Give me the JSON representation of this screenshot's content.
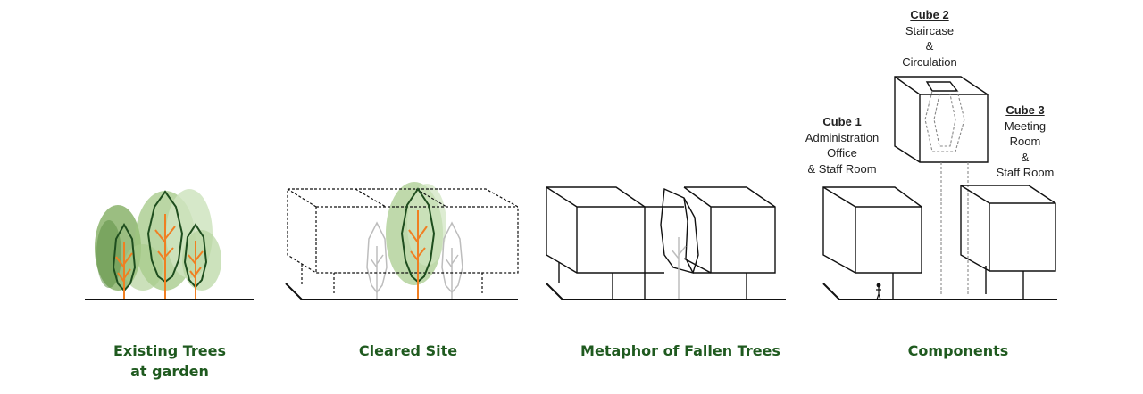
{
  "colors": {
    "caption_green": "#1f5a1f",
    "tree_outline": "#1e4d1e",
    "tree_trunk": "#f07f22",
    "ghost_tree": "#bdbdbd",
    "foliage_dark": "#7aa857",
    "foliage_mid": "#9cc47e",
    "foliage_light": "#cfe4bf",
    "line": "#111111"
  },
  "panels": [
    {
      "caption_lines": [
        "Existing Trees",
        "at garden"
      ]
    },
    {
      "caption_lines": [
        "Cleared Site"
      ]
    },
    {
      "caption_lines": [
        "Metaphor of Fallen Trees"
      ]
    },
    {
      "caption_lines": [
        "Components"
      ]
    }
  ],
  "components": {
    "cube1": {
      "title": "Cube 1",
      "lines": [
        "Administration",
        "Office",
        "& Staff Room"
      ]
    },
    "cube2": {
      "title": "Cube 2",
      "lines": [
        "Staircase",
        "&",
        "Circulation"
      ]
    },
    "cube3": {
      "title": "Cube 3",
      "lines": [
        "Meeting",
        "Room",
        "&",
        "Staff Room"
      ]
    }
  }
}
